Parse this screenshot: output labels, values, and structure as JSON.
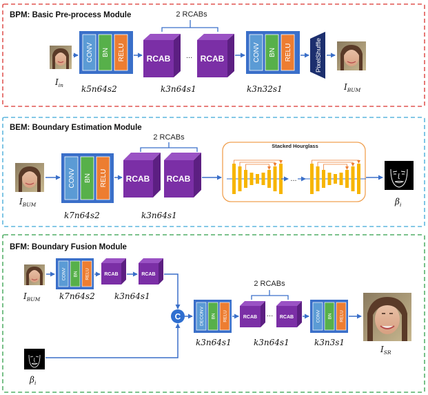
{
  "colors": {
    "bpm_border": "#d9302c",
    "bem_border": "#3aa6d6",
    "bfm_border": "#2f9e48",
    "unit_frame": "#3a6fc9",
    "conv": "#5b9bd5",
    "bn": "#57b04a",
    "relu": "#ed7d31",
    "rcab": "#7b2fa6",
    "hourglass": "#f7b500",
    "arrow": "#3a6fc9"
  },
  "bpm": {
    "title": "BPM: Basic Pre-process Module",
    "input_label": "I",
    "input_sub": "in",
    "output_label": "I",
    "output_sub": "BUM",
    "unit1": {
      "conv": "CONV",
      "bn": "BN",
      "relu": "RELU",
      "param": "k5n64s2"
    },
    "group_label": "2 RCABs",
    "rcab1": "RCAB",
    "rcab2": "RCAB",
    "rcab_param": "k3n64s1",
    "unit2": {
      "conv": "CONV",
      "bn": "BN",
      "relu": "RELU",
      "param": "k3n32s1"
    },
    "pixel_shuffle": "PixelShuffle",
    "ellipsis": "..."
  },
  "bem": {
    "title": "BEM: Boundary Estimation Module",
    "input_label": "I",
    "input_sub": "BUM",
    "output_label": "β",
    "output_sub": "i",
    "unit1": {
      "conv": "CONV",
      "bn": "BN",
      "relu": "RELU",
      "param": "k7n64s2"
    },
    "group_label": "2 RCABs",
    "rcab1": "RCAB",
    "rcab2": "RCAB",
    "rcab_param": "k3n64s1",
    "hourglass_title": "Stacked Hourglass",
    "ellipsis": "..."
  },
  "bfm": {
    "title": "BFM: Boundary Fusion Module",
    "input_label": "I",
    "input_sub": "BUM",
    "beta_label": "β",
    "beta_sub": "i",
    "output_label": "I",
    "output_sub": "SR",
    "unit1": {
      "conv": "CONV",
      "bn": "BN",
      "relu": "RELU",
      "param": "k7n64s2"
    },
    "rcab_a": "RCAB",
    "rcab_b": "RCAB",
    "rcab_param_1": "k3n64s1",
    "concat": "C",
    "unit2": {
      "conv": "DECONV",
      "bn": "BN",
      "relu": "RELU",
      "param": "k3n64s1"
    },
    "group_label": "2 RCABs",
    "rcab_c": "RCAB",
    "rcab_d": "RCAB",
    "rcab_param_2": "k3n64s1",
    "unit3": {
      "conv": "CONV",
      "bn": "BN",
      "relu": "RELU",
      "param": "k3n3s1"
    },
    "ellipsis": "..."
  }
}
